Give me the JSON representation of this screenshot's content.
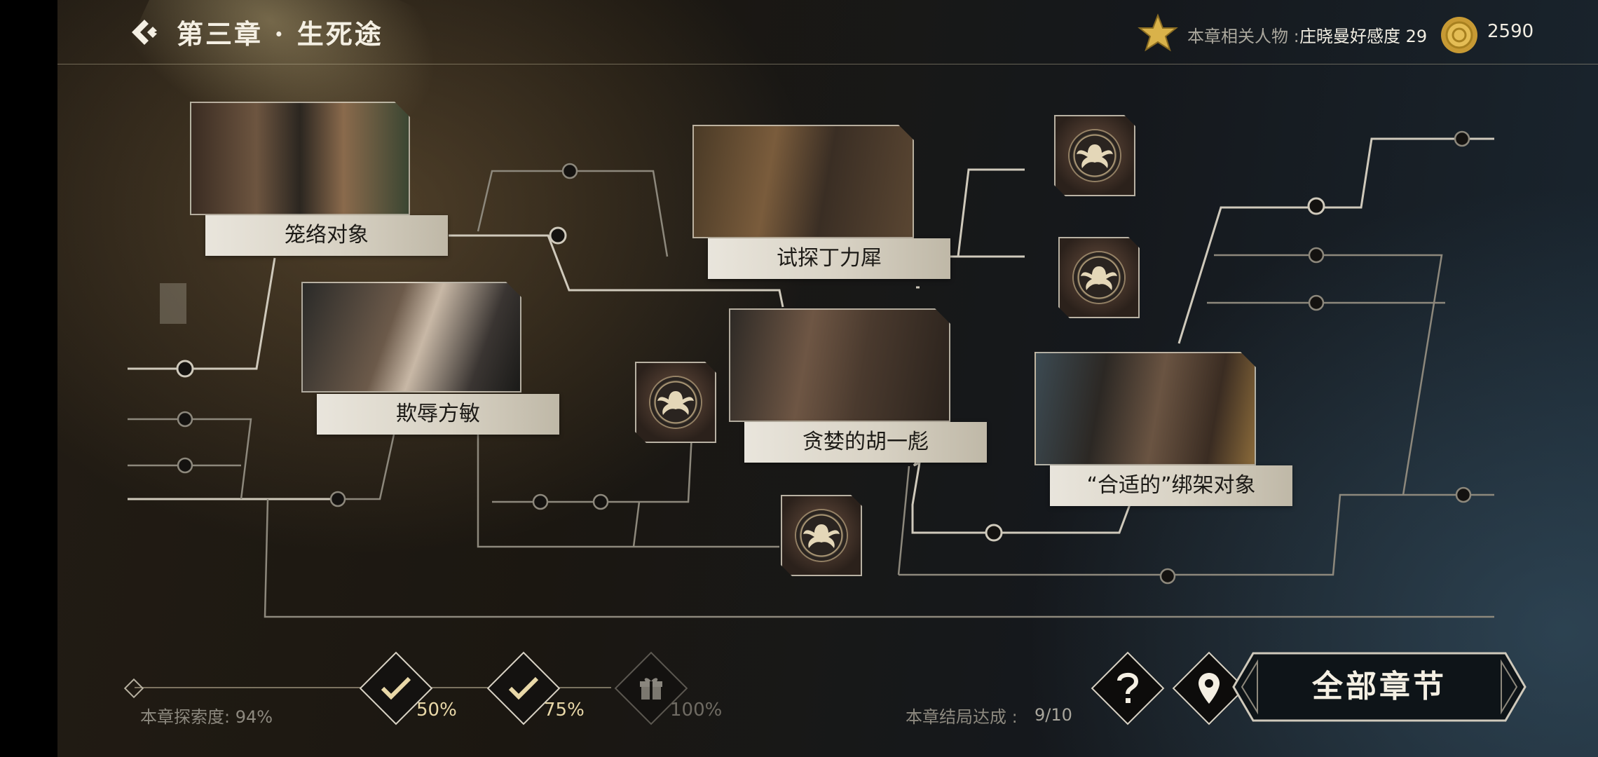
{
  "header": {
    "title": "第三章 · 生死途",
    "related_label": "本章相关人物 :",
    "related_value": "庄晓曼好感度 29",
    "coins": "2590"
  },
  "nodes": [
    {
      "label": "笼络对象",
      "image": "photo-two-men-laughing"
    },
    {
      "label": "欺辱方敏",
      "image": "photo-woman-portrait"
    },
    {
      "label": "试探丁力犀",
      "image": "photo-man-smoking"
    },
    {
      "label": "贪婪的胡一彪",
      "image": "photo-man-seated"
    },
    {
      "label": "“合适的”绑架对象",
      "image": "photo-man-speaking"
    }
  ],
  "locked_icons": [
    "spider-emblem-icon",
    "spider-emblem-icon",
    "spider-emblem-icon",
    "spider-emblem-icon"
  ],
  "progress": {
    "label": "本章探索度:",
    "value": "94%",
    "explore_fraction": 0.94,
    "milestones": [
      {
        "pct": "50%",
        "state": "claimed",
        "icon": "check-icon"
      },
      {
        "pct": "75%",
        "state": "claimed",
        "icon": "check-icon"
      },
      {
        "pct": "100%",
        "state": "locked",
        "icon": "gift-icon"
      }
    ]
  },
  "endings": {
    "label": "本章结局达成 :",
    "value": "9/10"
  },
  "buttons": {
    "help_icon": "question-mark-icon",
    "map_icon": "location-pin-icon",
    "all_chapters": "全部章节"
  },
  "colors": {
    "accent": "#e9d8a8",
    "line": "#cfc9bb",
    "gold": "#d9b24a"
  }
}
